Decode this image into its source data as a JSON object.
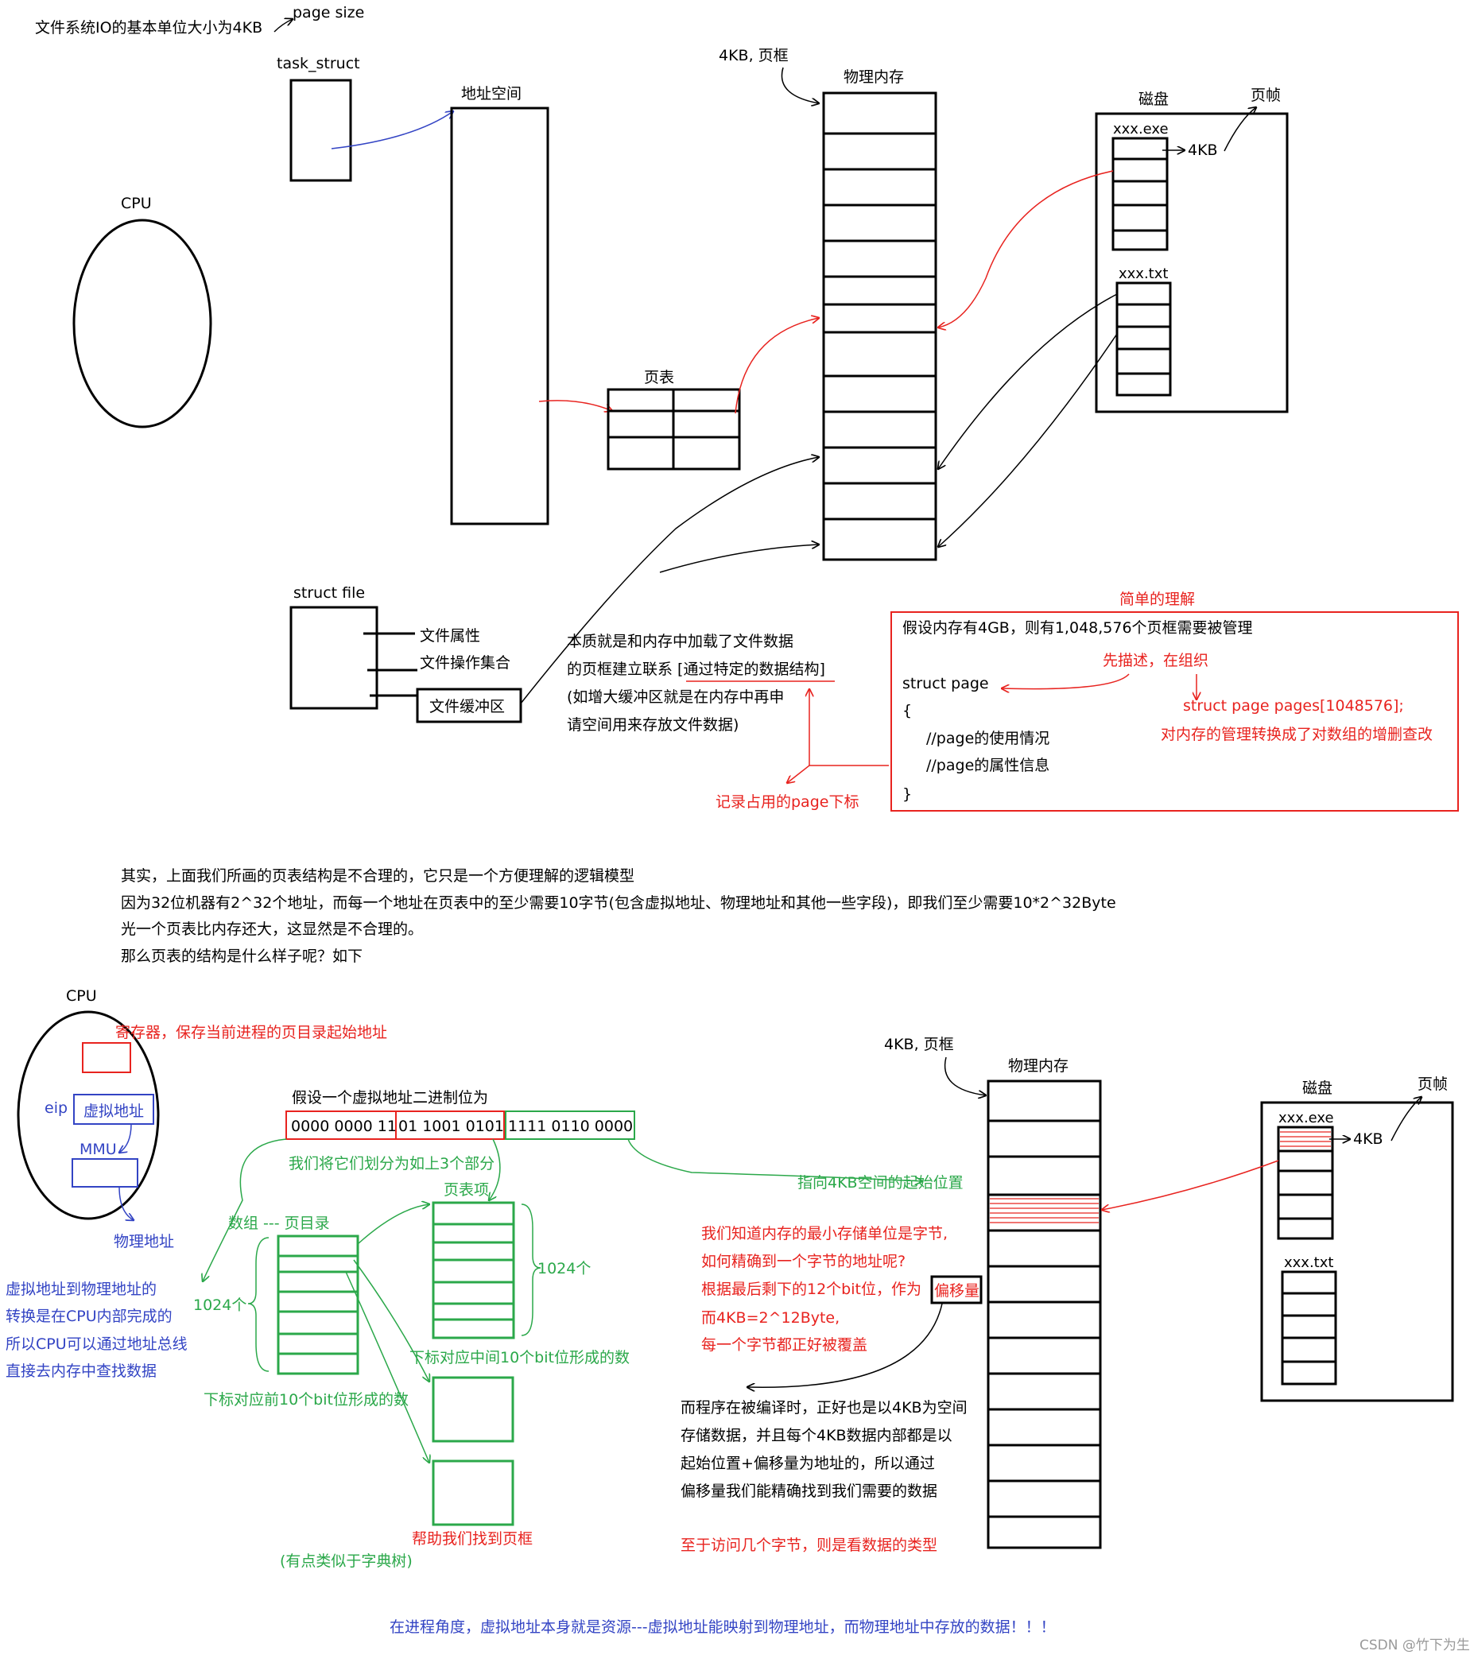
{
  "diagram": {
    "top": {
      "file_io_note": "文件系统IO的基本单位大小为4KB",
      "page_size": "page size",
      "task_struct": "task_struct",
      "cpu": "CPU",
      "address_space": "地址空间",
      "page_table": "页表",
      "frame_label": "4KB, 页框",
      "physical_memory": "物理内存",
      "disk": "磁盘",
      "page_frame": "页帧",
      "exe_file": "xxx.exe",
      "exe_size": "4KB",
      "txt_file": "xxx.txt",
      "struct_file": "struct file",
      "file_attr": "文件属性",
      "file_ops": "文件操作集合",
      "file_buffer": "文件缓冲区",
      "essence_lines": [
        "本质就是和内存中加载了文件数据",
        "的页框建立联系 [通过特定的数据结构]",
        "(如增大缓冲区就是在内存中再申",
        "请空间用来存放文件数据)"
      ],
      "record_page_index": "记录占用的page下标",
      "simple_title": "简单的理解",
      "simple_box": {
        "line1": "假设内存有4GB，则有1,048,576个页框需要被管理",
        "struct_page": "struct page",
        "brace_open": "{",
        "usage": "//page的使用情况",
        "attrs": "//page的属性信息",
        "brace_close": "}",
        "describe_organize": "先描述，在组织",
        "pages_array": "struct page pages[1048576];",
        "array_ops": "对内存的管理转换成了对数组的增删查改"
      }
    },
    "middle_text": [
      "其实，上面我们所画的页表结构是不合理的，它只是一个方便理解的逻辑模型",
      "因为32位机器有2^32个地址，而每一个地址在页表中的至少需要10字节(包含虚拟地址、物理地址和其他一些字段)，即我们至少需要10*2^32Byte",
      "光一个页表比内存还大，这显然是不合理的。",
      "那么页表的结构是什么样子呢？如下"
    ],
    "bottom": {
      "cpu": "CPU",
      "register_note": "寄存器，保存当前进程的页目录起始地址",
      "eip": "eip",
      "virtual_addr": "虚拟地址",
      "mmu": "MMU",
      "physical_addr": "物理地址",
      "cpu_conversion_lines": [
        "虚拟地址到物理地址的",
        "转换是在CPU内部完成的",
        "所以CPU可以通过地址总线",
        "直接去内存中查找数据"
      ],
      "assume_vaddr": "假设一个虚拟地址二进制位为",
      "bits_part1": "0000 0000 11",
      "bits_part2": "01 1001 0101",
      "bits_part3": "1111 0110 0000",
      "split_three": "我们将它们划分为如上3个部分",
      "page_table_entry": "页表项",
      "array_page_dir": "数组 --- 页目录",
      "count_1024_left": "1024个",
      "count_1024_right": "1024个",
      "index_first_10": "下标对应前10个bit位形成的数",
      "index_middle_10": "下标对应中间10个bit位形成的数",
      "help_find_frame": "帮助我们找到页框",
      "trie_note": "(有点类似于字典树)",
      "points_to_start": "指向4KB空间的起始位置",
      "byte_lines": [
        "我们知道内存的最小存储单位是字节,",
        "如何精确到一个字节的地址呢?",
        "根据最后剩下的12个bit位，作为",
        "而4KB=2^12Byte,",
        "每一个字节都正好被覆盖"
      ],
      "offset": "偏移量",
      "compile_lines": [
        "而程序在被编译时，正好也是以4KB为空间",
        "存储数据，并且每个4KB数据内部都是以",
        "起始位置+偏移量为地址的，所以通过",
        "偏移量我们能精确找到我们需要的数据"
      ],
      "bytes_access": "至于访问几个字节，则是看数据的类型",
      "frame_label": "4KB, 页框",
      "physical_memory": "物理内存",
      "disk": "磁盘",
      "page_frame": "页帧",
      "exe_file": "xxx.exe",
      "exe_size": "4KB",
      "txt_file": "xxx.txt",
      "conclusion": "在进程角度，虚拟地址本身就是资源---虚拟地址能映射到物理地址，而物理地址中存放的数据！！！"
    },
    "watermark": "CSDN @竹下为生"
  },
  "colors": {
    "ink": "#000000",
    "red": "#e8231f",
    "green": "#2ba84a",
    "blue": "#3344c4",
    "gray": "#444444",
    "watermark": "#999999"
  }
}
